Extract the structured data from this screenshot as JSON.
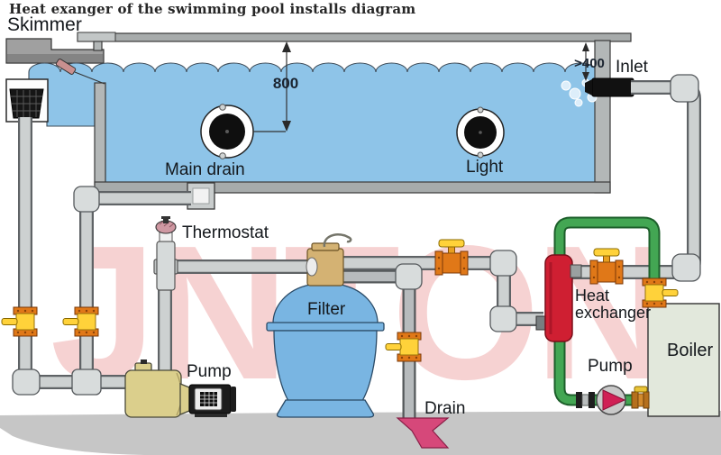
{
  "title": "Heat exanger of the swimming pool installs diagram",
  "watermark": "JNTON",
  "pool": {
    "skimmer": "Skimmer",
    "main_drain": "Main drain",
    "light": "Light",
    "inlet": "Inlet",
    "depth_dim": "800",
    "inlet_depth_dim": ">400"
  },
  "equipment": {
    "thermostat": "Thermostat",
    "filter": "Filter",
    "pump_left": "Pump",
    "drain": "Drain",
    "heat_exchanger_line1": "Heat",
    "heat_exchanger_line2": "exchanger",
    "pump_right": "Pump",
    "boiler": "Boiler"
  },
  "colors": {
    "water": "#8ec4e8",
    "pipe": "#cdd1d1",
    "pipe_green": "#43a653",
    "valve_orange": "#e07818",
    "valve_yellow": "#ffd23a",
    "heat_exchanger_red": "#cf1f32",
    "boiler_green": "#e2e8dc",
    "pump_yellow": "#dbcf8c",
    "filter_blue": "#79b5e2",
    "drain_pink": "#d6487a",
    "circulator_red": "#d01f55",
    "watermark_pink": "#eb9191",
    "deck_gray": "#a7abab",
    "ground_gray": "#c6c6c6"
  }
}
